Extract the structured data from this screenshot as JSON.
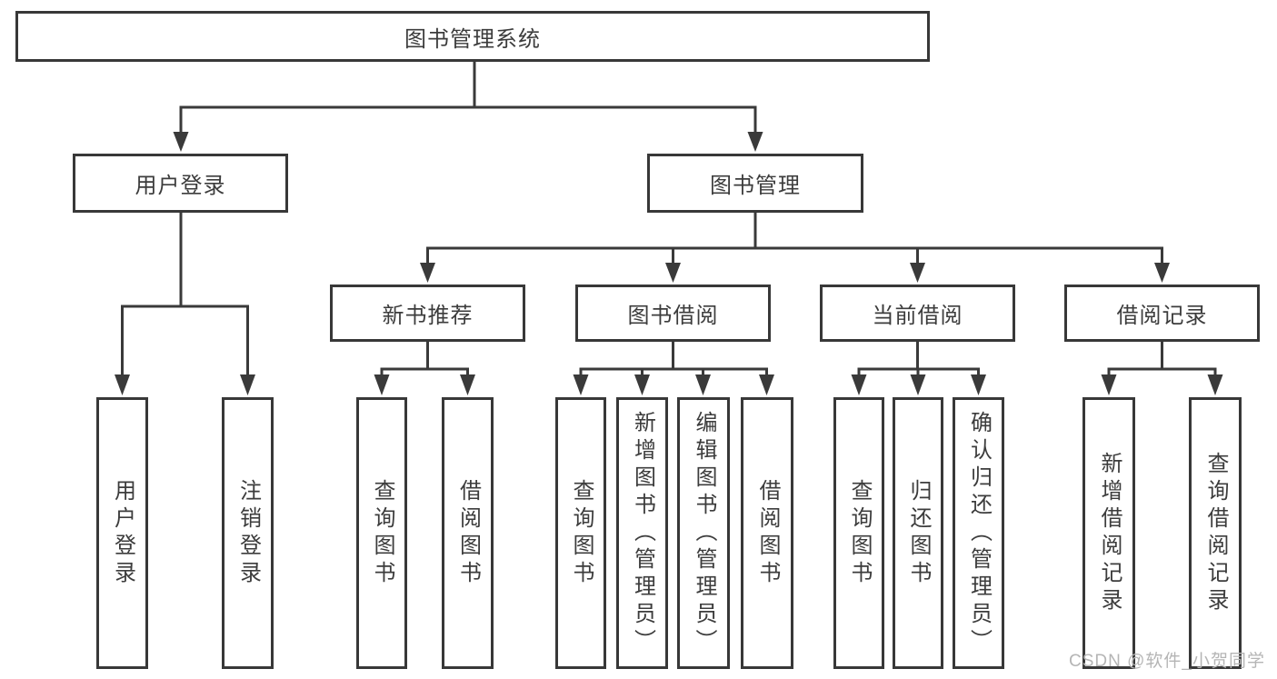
{
  "tree": {
    "label": "图书管理系统",
    "children": [
      {
        "label": "用户登录",
        "children": [
          {
            "label": "用户登录"
          },
          {
            "label": "注销登录"
          }
        ]
      },
      {
        "label": "图书管理",
        "children": [
          {
            "label": "新书推荐",
            "children": [
              {
                "label": "查询图书"
              },
              {
                "label": "借阅图书"
              }
            ]
          },
          {
            "label": "图书借阅",
            "children": [
              {
                "label": "查询图书"
              },
              {
                "label": "新增图书（管理员）"
              },
              {
                "label": "编辑图书（管理员）"
              },
              {
                "label": "借阅图书"
              }
            ]
          },
          {
            "label": "当前借阅",
            "children": [
              {
                "label": "查询图书"
              },
              {
                "label": "归还图书"
              },
              {
                "label": "确认归还（管理员）"
              }
            ]
          },
          {
            "label": "借阅记录",
            "children": [
              {
                "label": "新增借阅记录"
              },
              {
                "label": "查询借阅记录"
              }
            ]
          }
        ]
      }
    ]
  },
  "watermark": {
    "text": "CSDN @软件_小贺同学"
  },
  "colors": {
    "line": "#3a3a3a",
    "box_border": "#383838",
    "text": "#3c3c3c",
    "watermark": "#b5b5b5",
    "background": "#ffffff"
  }
}
